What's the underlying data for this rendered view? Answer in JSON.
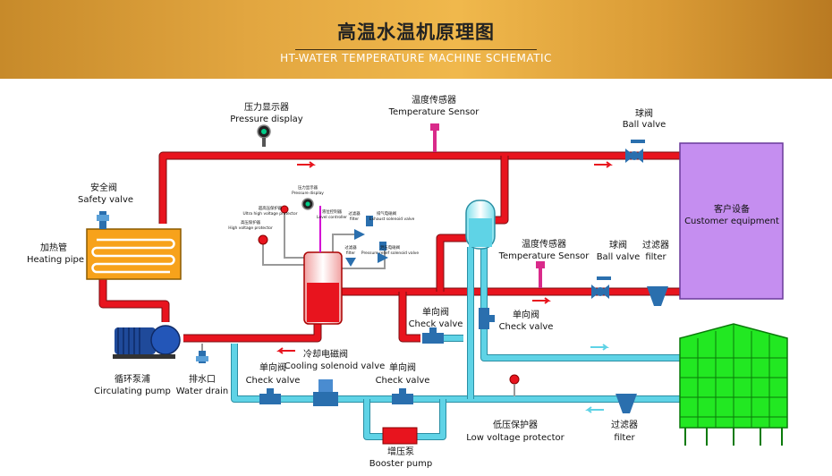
{
  "header": {
    "title_cn": "高温水温机原理图",
    "title_en": "HT-WATER TEMPERATURE MACHINE SCHEMATIC"
  },
  "labels": {
    "pressure_display": {
      "cn": "压力显示器",
      "en": "Pressure display"
    },
    "temp_sensor_top": {
      "cn": "温度传感器",
      "en": "Temperature Sensor"
    },
    "ball_valve_top": {
      "cn": "球阀",
      "en": "Ball valve"
    },
    "safety_valve": {
      "cn": "安全阀",
      "en": "Safety valve"
    },
    "heating_pipe": {
      "cn": "加热管",
      "en": "Heating pipe"
    },
    "customer_equipment": {
      "cn": "客户设备",
      "en": "Customer equipment"
    },
    "temp_sensor_mid": {
      "cn": "温度传感器",
      "en": "Temperature Sensor"
    },
    "ball_valve_mid": {
      "cn": "球阀",
      "en": "Ball valve"
    },
    "filter_mid": {
      "cn": "过滤器",
      "en": "filter"
    },
    "check_valve_mid": {
      "cn": "单向阀",
      "en": "Check valve"
    },
    "check_valve_right": {
      "cn": "单向阀",
      "en": "Check valve"
    },
    "circulating_pump": {
      "cn": "循环泵浦",
      "en": "Circulating pump"
    },
    "water_drain": {
      "cn": "排水口",
      "en": "Water drain"
    },
    "cooling_solenoid": {
      "cn": "冷却电磁阀",
      "en": "Cooling solenoid valve"
    },
    "check_valve_low_left": {
      "cn": "单向阀",
      "en": "Check valve"
    },
    "check_valve_low_right": {
      "cn": "单向阀",
      "en": "Check valve"
    },
    "low_voltage_protector": {
      "cn": "低压保护器",
      "en": "Low voltage protector"
    },
    "filter_low": {
      "cn": "过滤器",
      "en": "filter"
    },
    "booster_pump": {
      "cn": "增压泵",
      "en": "Booster pump"
    }
  },
  "tank_labels": {
    "pressure_display": {
      "cn": "压力显示器",
      "en": "Pressure display"
    },
    "ultra_high_protector": {
      "cn": "超高压保护器",
      "en": "Ultra high voltage protector"
    },
    "high_protector": {
      "cn": "高压保护器",
      "en": "High voltage protector"
    },
    "level_controller": {
      "cn": "液位控制器",
      "en": "Level controller"
    },
    "filter": {
      "cn": "过滤器",
      "en": "filter"
    },
    "exhaust_solenoid": {
      "cn": "排气电磁阀",
      "en": "Exhaust solenoid valve"
    },
    "filter_lower": {
      "cn": "过滤器",
      "en": "filter"
    },
    "pressure_relief": {
      "cn": "泄压电磁阀",
      "en": "Pressure relief solenoid valve"
    }
  },
  "colors": {
    "hot_pipe": "#e8141e",
    "cold_pipe": "#5fd3e6",
    "customer_box": "#c58ef0",
    "cooling_tower": "#22e822",
    "valve_blue": "#2a6fae",
    "heater": "#f7a21b"
  }
}
